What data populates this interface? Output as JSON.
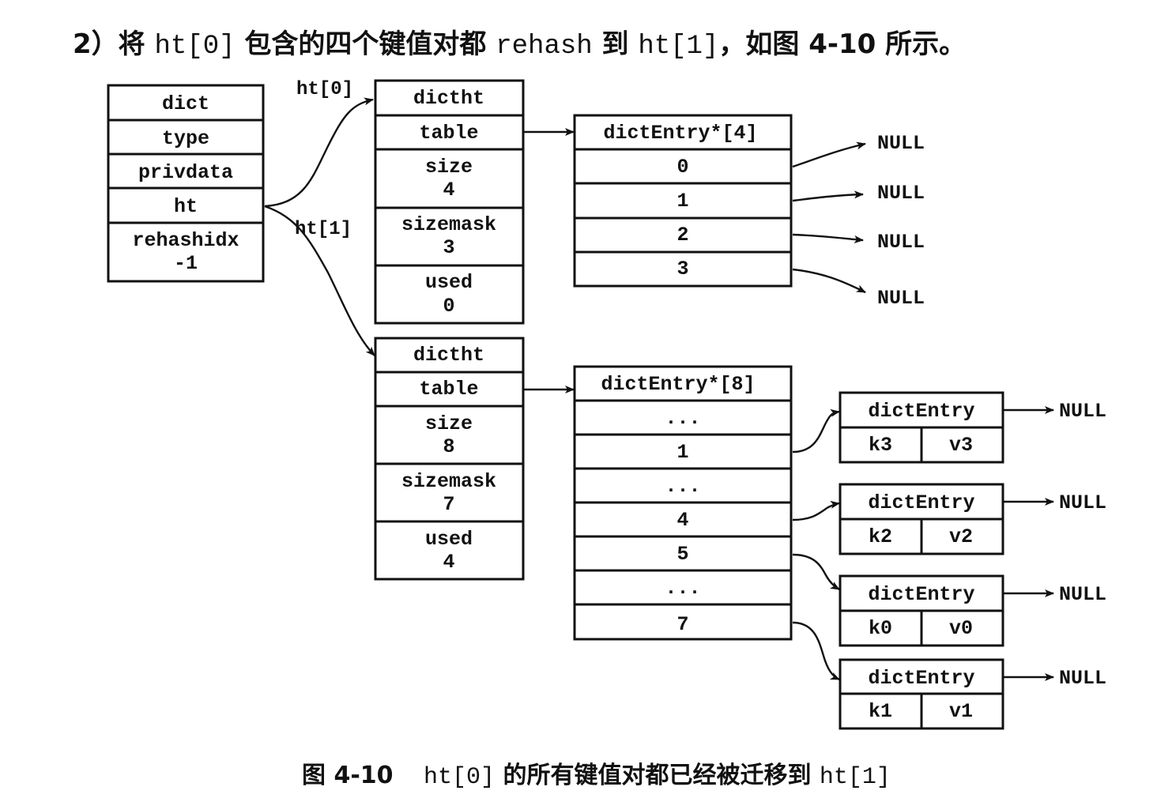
{
  "heading": {
    "prefix": "2）将",
    "ht0": "ht[0]",
    "middle": "包含的四个键值对都",
    "rehash": "rehash",
    "to": "到",
    "ht1": "ht[1]",
    "suffix": "，如图 4-10 所示。"
  },
  "dict": {
    "rows": [
      "dict",
      "type",
      "privdata",
      "ht"
    ],
    "rehashidx_label": "rehashidx",
    "rehashidx_value": "-1"
  },
  "ptr_labels": {
    "ht0": "ht[0]",
    "ht1": "ht[1]"
  },
  "dictht0": {
    "title": "dictht",
    "table": "table",
    "size_label": "size",
    "size": "4",
    "sizemask_label": "sizemask",
    "sizemask": "3",
    "used_label": "used",
    "used": "0"
  },
  "dictht1": {
    "title": "dictht",
    "table": "table",
    "size_label": "size",
    "size": "8",
    "sizemask_label": "sizemask",
    "sizemask": "7",
    "used_label": "used",
    "used": "4"
  },
  "table0": {
    "header": "dictEntry*[4]",
    "rows": [
      "0",
      "1",
      "2",
      "3"
    ],
    "null_label": "NULL"
  },
  "table1": {
    "header": "dictEntry*[8]",
    "rows": [
      "...",
      "1",
      "...",
      "4",
      "5",
      "...",
      "7"
    ]
  },
  "entries": [
    {
      "title": "dictEntry",
      "key": "k3",
      "value": "v3",
      "next": "NULL"
    },
    {
      "title": "dictEntry",
      "key": "k2",
      "value": "v2",
      "next": "NULL"
    },
    {
      "title": "dictEntry",
      "key": "k0",
      "value": "v0",
      "next": "NULL"
    },
    {
      "title": "dictEntry",
      "key": "k1",
      "value": "v1",
      "next": "NULL"
    }
  ],
  "caption": {
    "figure": "图 4-10",
    "ht0": "ht[0]",
    "text": "的所有键值对都已经被迁移到",
    "ht1": "ht[1]"
  }
}
